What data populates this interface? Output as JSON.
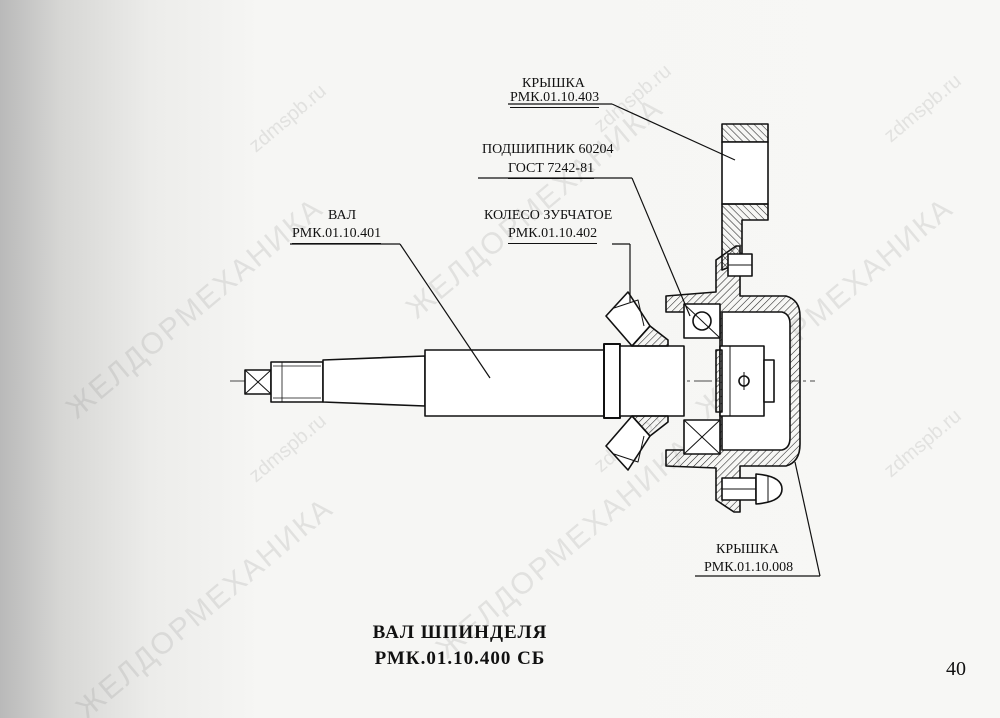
{
  "labels": {
    "cover_top": {
      "name": "КРЫШКА",
      "code": "РМК.01.10.403"
    },
    "bearing": {
      "name": "ПОДШИПНИК  60204",
      "code": "ГОСТ 7242-81"
    },
    "shaft": {
      "name": "ВАЛ",
      "code": "РМК.01.10.401"
    },
    "gear": {
      "name": "КОЛЕСО ЗУБЧАТОЕ",
      "code": "РМК.01.10.402"
    },
    "cover_bottom": {
      "name": "КРЫШКА",
      "code": "РМК.01.10.008"
    }
  },
  "title": {
    "line1": "ВАЛ  ШПИНДЕЛЯ",
    "line2": "РМК.01.10.400 СБ"
  },
  "page_number": "40",
  "watermark": {
    "company": "ЖЕЛДОРМЕХАНИКА",
    "site": "zdmspb.ru"
  }
}
